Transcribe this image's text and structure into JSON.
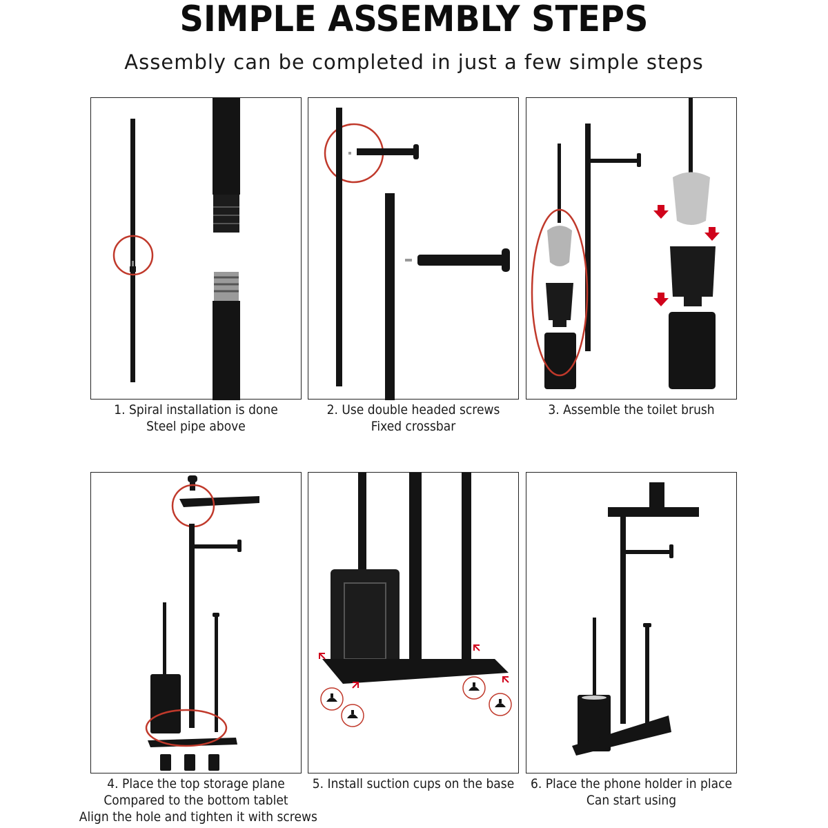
{
  "header": {
    "title": "SIMPLE ASSEMBLY STEPS",
    "subtitle": "Assembly can be completed in just a few simple steps"
  },
  "steps": [
    {
      "line1": "1. Spiral installation is done",
      "line2": "Steel pipe above"
    },
    {
      "line1": "2. Use double headed screws",
      "line2": "Fixed crossbar"
    },
    {
      "line1": "3. Assemble the toilet brush"
    },
    {
      "line1": "4. Place the top storage plane",
      "line2": "Compared to the bottom tablet",
      "line3": "Align the hole and tighten it with screws"
    },
    {
      "line1": "5. Install suction cups on the base"
    },
    {
      "line1": "6. Place the phone holder in place",
      "line2": "Can start using"
    }
  ],
  "colors": {
    "highlight_circle": "#c0392b",
    "arrow": "#d0021b",
    "product": "#141414"
  }
}
